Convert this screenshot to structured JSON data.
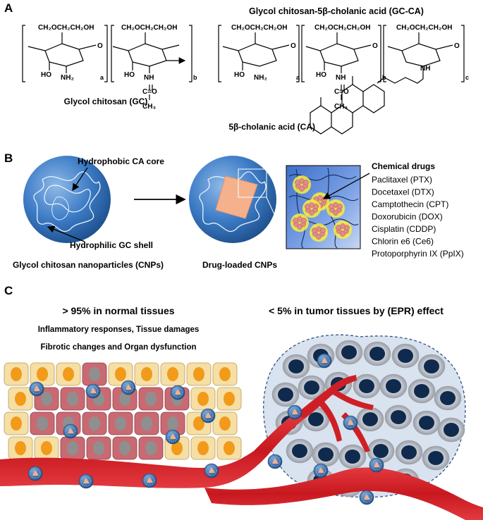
{
  "panels": {
    "a": {
      "letter": "A",
      "gc_ca_title": "Glycol chitosan-5β-cholanic acid (GC-CA)",
      "gc_label": "Glycol chitosan (GC)",
      "ca_label": "5β-cholanic acid (CA)",
      "side_chain": "CH₂OCH₂CH₂OH",
      "ho": "HO",
      "nh2": "NH₂",
      "nh": "NH",
      "c_eq_o": "C=O",
      "ch3": "CH₃",
      "o": "O",
      "sub_a": "a",
      "sub_b": "b",
      "sub_c": "c"
    },
    "b": {
      "letter": "B",
      "core_label": "Hydrophobic CA core",
      "shell_label": "Hydrophilic GC shell",
      "cnp_caption": "Glycol chitosan nanoparticles (CNPs)",
      "loaded_caption": "Drug-loaded CNPs",
      "drugs_title": "Chemical drugs",
      "drugs": [
        "Paclitaxel (PTX)",
        "Docetaxel (DTX)",
        "Camptothecin (CPT)",
        "Doxorubicin (DOX)",
        "Cisplatin (CDDP)",
        "Chlorin e6 (Ce6)",
        "Protoporphyrin IX (PpIX)"
      ]
    },
    "c": {
      "letter": "C",
      "normal_title": "> 95% in normal tissues",
      "normal_line1": "Inflammatory  responses, Tissue damages",
      "normal_line2": "Fibrotic changes and Organ dysfunction",
      "tumor_title": "< 5% in tumor tissues by (EPR) effect"
    }
  },
  "colors": {
    "particle_blue": "#3a78c2",
    "particle_dark": "#1f4f8a",
    "core_peach": "#f4b18c",
    "vessel_red": "#d4242a",
    "normal_cell_fill": "#f6dfa5",
    "normal_cell_nucleus": "#f29a1a",
    "inflamed_cell_fill": "#c96a73",
    "inflamed_nucleus": "#8f8f8f",
    "tumor_bg": "#d9e3ef",
    "tumor_nucleus": "#0f2a4d",
    "drug_cluster": "#e58a8c",
    "drug_glow": "#f7f03a"
  }
}
